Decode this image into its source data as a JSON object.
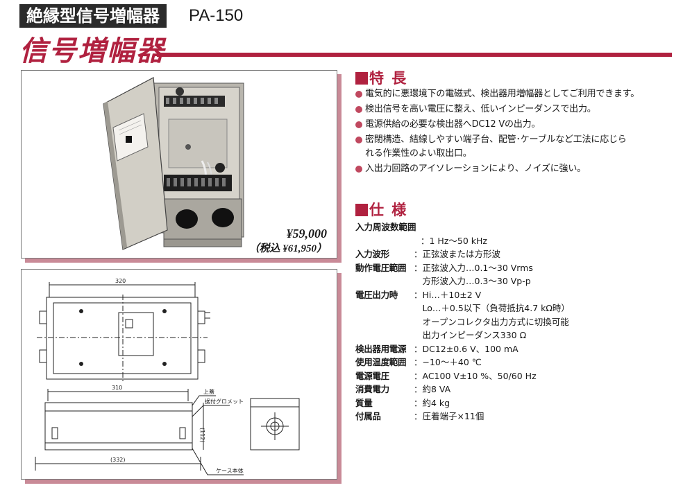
{
  "header": {
    "category": "絶縁型信号増幅器",
    "model": "PA-150",
    "title": "信号増幅器"
  },
  "price": {
    "list": "¥59,000",
    "tax_included": "（税込 ¥61,950）"
  },
  "features": {
    "heading": "特 長",
    "items": [
      "電気的に悪環境下の電磁式、検出器用増幅器としてご利用できます。",
      "検出信号を高い電圧に整え、低いインピーダンスで出力。",
      "電源供給の必要な検出器へDC12 Vの出力。",
      "密閉構造、結線しやすい端子台、配管･ケーブルなど工法に応じら",
      "れる作業性のよい取出口。",
      "入出力回路のアイソレーションにより、ノイズに強い。"
    ]
  },
  "specs": {
    "heading": "仕 様",
    "freq_label": "入力周波数範囲",
    "freq_value": "：1 Hz〜50 kHz",
    "rows": [
      {
        "label": "入力波形",
        "values": [
          "：正弦波または方形波"
        ]
      },
      {
        "label": "動作電圧範囲",
        "values": [
          "：正弦波入力…0.1〜30 Vrms",
          "　方形波入力…0.3〜30 Vp-p"
        ]
      },
      {
        "label": "電圧出力時",
        "values": [
          "：Hi…＋10±2 V",
          "　Lo…＋0.5以下（負荷抵抗4.7 kΩ時）",
          "　オープンコレクタ出力方式に切換可能",
          "　出力インピーダンス330 Ω"
        ]
      },
      {
        "label": "検出器用電源",
        "values": [
          "：DC12±0.6 V、100 mA"
        ]
      },
      {
        "label": "使用温度範囲",
        "values": [
          "：−10〜＋40 ℃"
        ]
      },
      {
        "label": "電源電圧",
        "values": [
          "：AC100 V±10 %、50/60 Hz"
        ]
      },
      {
        "label": "消費電力",
        "values": [
          "：約8 VA"
        ]
      },
      {
        "label": "質量",
        "values": [
          "：約4 kg"
        ]
      },
      {
        "label": "付属品",
        "values": [
          "：圧着端子×11個"
        ]
      }
    ]
  },
  "drawing": {
    "dim_top_width": "320",
    "dim_mid_width": "310",
    "dim_bottom_width": "(332)",
    "dim_height": "(112)",
    "label_cover": "上蓋",
    "label_grommet": "据付グロメット",
    "label_case": "ケース本体"
  },
  "colors": {
    "accent": "#b0213f",
    "shadow": "#c98a97",
    "header_bg": "#2b2b2b"
  }
}
